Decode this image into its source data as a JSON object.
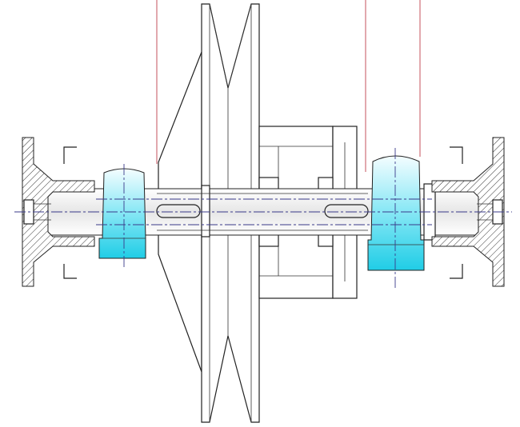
{
  "drawing": {
    "colors": {
      "outline": "#222222",
      "centerline": "#3a3a8a",
      "reference_line": "#c0404a",
      "bearing_fill": "#2fd0e8",
      "bearing_fill_light": "#e8fbff",
      "background": "#ffffff"
    },
    "shaft_rotation_axis": "horizontal",
    "components": [
      "left-flange-mount",
      "left-bearing-housing",
      "left-bearing",
      "sheave-cone",
      "double-groove-pulley",
      "hub-block",
      "right-bearing",
      "right-bearing-housing",
      "right-flange-mount",
      "main-shaft",
      "reference-lines"
    ]
  }
}
